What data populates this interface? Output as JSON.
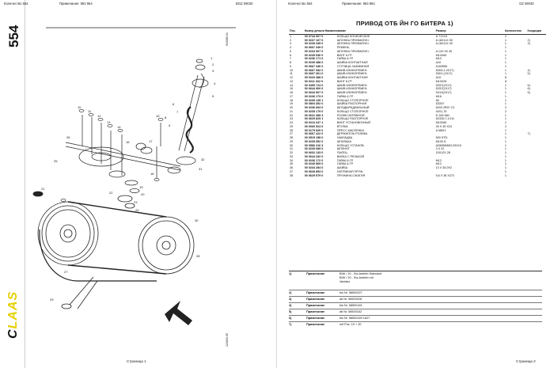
{
  "left": {
    "header": {
      "left": "Количество 554",
      "mid": "Примечание: 963 964",
      "right": "BGZ 09030"
    },
    "big_number": "554",
    "code_top": "933085.01",
    "code_bottom": "123603.05",
    "logo": "CLAAS",
    "callouts": [
      "1",
      "2",
      "3",
      "4",
      "5",
      "6",
      "7",
      "8",
      "9",
      "10",
      "11",
      "12",
      "13",
      "14",
      "15",
      "16",
      "17",
      "18",
      "19",
      "20",
      "21",
      "22",
      "23",
      "24",
      "25",
      "26",
      "27",
      "28",
      "29",
      "30",
      "31",
      "32"
    ],
    "footer": "Страница 1"
  },
  "right": {
    "header": {
      "left": "Количество 554",
      "mid": "Примечание: 963 964",
      "right": "GZ 09030"
    },
    "title": "ПРИВОД ОТБ ЙН ГО БИТЕРА 1)",
    "columns": [
      "Поз.",
      "Номер детали Наименование",
      "",
      "Размер",
      "Количество",
      "Кондиция"
    ],
    "rows": [
      [
        "1",
        "00 0744 907 0",
        "КОЛЬЦО КОНИЧЕСКОЕ",
        "D 71X19",
        "2",
        ""
      ],
      [
        "2",
        "00 0237 167 0",
        "ШПОНКА ПРИЗМАТИЧ.",
        "A 18X11X 50",
        "1",
        "2)"
      ],
      [
        "3",
        "00 0239 345 0",
        "ШПОНКА ПРИЗМАТИЧ.",
        "A 18X11X 40",
        "1",
        "3)"
      ],
      [
        "4",
        "00 0667 349 0",
        "РЕМЕНЬ",
        "",
        "1",
        ""
      ],
      [
        "5",
        "00 0234 907 0",
        "ШПОНКА ПРИЗМАТИЧ.",
        "A 14X 9X 45",
        "1",
        ""
      ],
      [
        "6",
        "00 0235 536 0",
        "ВИНТ 6-ГР.",
        "M10X60",
        "1",
        ""
      ],
      [
        "7",
        "00 0236 171 0",
        "ГАЙКА 6-ГР.",
        "M10",
        "1",
        ""
      ],
      [
        "8",
        "00 0239 388 0",
        "ШАЙБА КОНТАКТНАЯ",
        "A10",
        "1",
        ""
      ],
      [
        "9",
        "00 0667 436 0",
        "СТУПИЦА ЗАЖИМНАЯ",
        "D100BM",
        "1",
        ""
      ],
      [
        "10",
        "00 0667 352 0",
        "ШКИВ КЛИНОРЕМЕН.",
        "D300,1-2X17)",
        "1",
        "4)"
      ],
      [
        "11",
        "00 0667 361 0",
        "ШКИВ КЛИНОРЕМЕН.",
        "D301 (2X17)",
        "1",
        "5)"
      ],
      [
        "12",
        "00 0220 388 0",
        "ШАЙБА КОНТАКТНАЯ",
        "A10",
        "8",
        ""
      ],
      [
        "13",
        "00 0211 032 0",
        "ВИНТ 6-ГР.",
        "M10X25",
        "8",
        ""
      ],
      [
        "14",
        "00 0355 724 0",
        "ШКИВ КЛИНОРЕМЕН.",
        "D257(2X17)",
        "1",
        "6)"
      ],
      [
        "15",
        "00 0644 900 0",
        "ШКИВ КЛИНОРЕМЕН.",
        "D257(2X17)",
        "1",
        "6)"
      ],
      [
        "16",
        "00 0644 907 0",
        "ШКИВ КЛИНОРЕМЕН.",
        "D313(2X17)",
        "1",
        "5)"
      ],
      [
        "17",
        "00 0236 173 0",
        "ГАЙКА 6-ГР.",
        "M16",
        "1",
        ""
      ],
      [
        "18",
        "00 0235 135 1",
        "КОЛЬЦО СТОПОРНОЕ",
        "56",
        "1",
        ""
      ],
      [
        "19",
        "00 0804 352 0",
        "ШАЙБА РАСПОРНАЯ",
        "D3267",
        "1",
        ""
      ],
      [
        "20",
        "00 0236 663 0",
        "ШПОДШРАДИАЛЬНЫЙ",
        "6203 2RS* C3",
        "2",
        ""
      ],
      [
        "21",
        "00 0235 179 0",
        "КОЛЬЦО СТОПОРНОЕ",
        "40X1,75",
        "2",
        ""
      ],
      [
        "22",
        "00 0641 389 3",
        "РОЛИК НАТЯЖНОЙ",
        "D 163 MM",
        "1",
        ""
      ],
      [
        "23",
        "00 0629 825 1",
        "КОЛЬЦО РАСПОРНОЕ",
        "D2330,7,1X11",
        "1",
        ""
      ],
      [
        "24",
        "00 0216 047 1",
        "ВИНТ УСТАНОВОЧНЫЙ",
        "M10X60",
        "1",
        ""
      ],
      [
        "25",
        "00 0060 524 0",
        "ВТУЛКА",
        "26 X 30 X24",
        "2",
        ""
      ],
      [
        "26",
        "00 0179 820 0",
        "ПРЕСС МАСЛЕНКА",
        "A M8X1",
        "1",
        ""
      ],
      [
        "27",
        "00 0667 422 0",
        "ДЕРЖАТЕЛЬ РОЛИКА",
        "",
        "1",
        "7)"
      ],
      [
        "28",
        "00 0515 158 0",
        "НАКЛАДКА",
        "500 STD.",
        "1",
        ""
      ],
      [
        "29",
        "00 0235 552 0",
        "ШПИЛЬКА",
        "M10X 8",
        "1",
        ""
      ],
      [
        "30",
        "00 0580 310 3",
        "КОЛЬЦО УСТАНОВ.",
        "A260BM8X0,53X10",
        "1",
        ""
      ],
      [
        "31",
        "00 0235 089 0",
        "ШПЛИНТ",
        "3 X 22",
        "1",
        ""
      ],
      [
        "32",
        "00 0632 133 0",
        "ПАЛЕЦ",
        "10X12X 28",
        "1",
        ""
      ],
      [
        "33",
        "00 0644 332 0",
        "ВИЛКА С РЕЗЬБОЙ",
        "",
        "1",
        ""
      ],
      [
        "34",
        "00 0236 172 0",
        "ГАЙКА 6-ГР.",
        "M12",
        "1",
        ""
      ],
      [
        "35",
        "00 0249 569 0",
        "ГАЙКА 6-ГР.",
        "M12",
        "1",
        ""
      ],
      [
        "36",
        "00 0234 284 0",
        "ШАЙБА",
        "13 X 30,0X2",
        "1",
        ""
      ],
      [
        "37",
        "00 0628 893 0",
        "НАТЯЖНАЯ ПРУЖ.",
        "",
        "1",
        ""
      ],
      [
        "38",
        "00 0629 579 0",
        "ПРУЖИНА СЖАТИЯ",
        "5,6 X 36 X272",
        "1",
        ""
      ]
    ],
    "notes": [
      {
        "num": "1)",
        "label": "Примечание",
        "text": "BIW / 20 - Sw-Antrieb Standard\nBIW / 20 - Sw-Antrieb mit\nVariator"
      },
      {
        "num": "2)",
        "label": "Примечание",
        "text": "bis Nr. 58500027"
      },
      {
        "num": "3)",
        "label": "Примечание",
        "text": "ab Nr. 58500028"
      },
      {
        "num": "4)",
        "label": "Примечание",
        "text": "bis Nr. 58500161"
      },
      {
        "num": "5)",
        "label": "Примечание",
        "text": "ab Nr. 58500162"
      },
      {
        "num": "6)",
        "label": "Примечание",
        "text": "bis Nr. 58500169 1627"
      },
      {
        "num": "7)",
        "label": "Примечание",
        "text": "mit Pos. 19 + 20"
      }
    ],
    "footer": "Страница 2"
  }
}
